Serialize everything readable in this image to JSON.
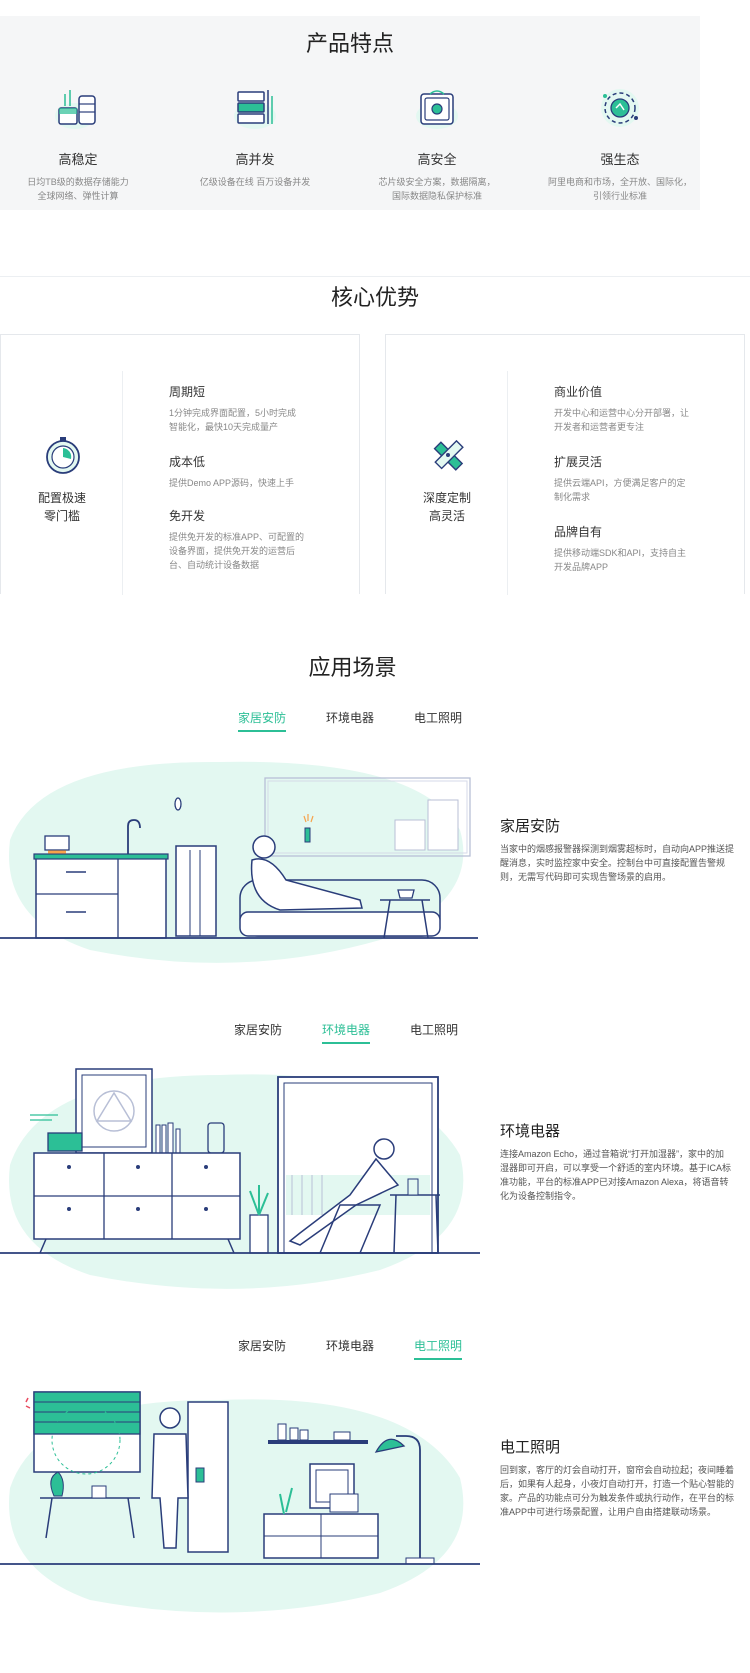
{
  "features": {
    "title": "产品特点",
    "items": [
      {
        "title": "高稳定",
        "desc1": "日均TB级的数据存储能力",
        "desc2": "全球网络、弹性计算",
        "icon": "database-stack-icon"
      },
      {
        "title": "高并发",
        "desc1": "亿级设备在线 百万设备并发",
        "desc2": "",
        "icon": "server-rack-icon"
      },
      {
        "title": "高安全",
        "desc1": "芯片级安全方案，数据隔离，",
        "desc2": "国际数据隐私保护标准",
        "icon": "safe-box-icon"
      },
      {
        "title": "强生态",
        "desc1": "阿里电商和市场，全开放、国际化，",
        "desc2": "引领行业标准",
        "icon": "ecosystem-globe-icon"
      }
    ]
  },
  "advantages": {
    "title": "核心优势",
    "cards": [
      {
        "label1": "配置极速",
        "label2": "零门槛",
        "icon": "stopwatch-icon",
        "items": [
          {
            "title": "周期短",
            "desc1": "1分钟完成界面配置，5小时完成",
            "desc2": "智能化，最快10天完成量产",
            "desc3": ""
          },
          {
            "title": "成本低",
            "desc1": "提供Demo APP源码，快速上手",
            "desc2": "",
            "desc3": ""
          },
          {
            "title": "免开发",
            "desc1": "提供免开发的标准APP、可配置的",
            "desc2": "设备界面，提供免开发的运营后",
            "desc3": "台、自动统计设备数据"
          }
        ]
      },
      {
        "label1": "深度定制",
        "label2": "高灵活",
        "icon": "ruler-pencil-icon",
        "items": [
          {
            "title": "商业价值",
            "desc1": "开发中心和运营中心分开部署，让",
            "desc2": "开发者和运营者更专注",
            "desc3": ""
          },
          {
            "title": "扩展灵活",
            "desc1": "提供云端API，方便满足客户的定",
            "desc2": "制化需求",
            "desc3": ""
          },
          {
            "title": "品牌自有",
            "desc1": "提供移动端SDK和API，支持自主",
            "desc2": "开发品牌APP",
            "desc3": ""
          }
        ]
      }
    ]
  },
  "scenarios": {
    "title": "应用场景",
    "tabs": [
      "家居安防",
      "环境电器",
      "电工照明"
    ],
    "blocks": [
      {
        "active": 0,
        "heading": "家居安防",
        "lines": [
          "当家中的烟感报警器探测到烟雾超标时，自动向APP推送提",
          "醒消息，实时监控家中安全。控制台中可直接配置告警规",
          "则，无需写代码即可实现告警场景的启用。"
        ]
      },
      {
        "active": 1,
        "heading": "环境电器",
        "lines": [
          "连接Amazon Echo，通过音箱说“打开加湿器”，家中的加",
          "湿器即可开启，可以享受一个舒适的室内环境。基于ICA标",
          "准功能，平台的标准APP已对接Amazon Alexa，将语音转",
          "化为设备控制指令。"
        ]
      },
      {
        "active": 2,
        "heading": "电工照明",
        "lines": [
          "回到家，客厅的灯会自动打开，窗帘会自动拉起；夜间睡着",
          "后，如果有人起身，小夜灯自动打开，打造一个贴心智能的",
          "家。产品的功能点可分为触发条件或执行动作，在平台的标",
          "准APP中可进行场景配置，让用户自由搭建联动场景。"
        ]
      }
    ]
  },
  "colors": {
    "accent": "#2cbf96",
    "line": "#2a3d7a",
    "mint": "#e3f8f1",
    "panel": "#f5f6f7"
  }
}
